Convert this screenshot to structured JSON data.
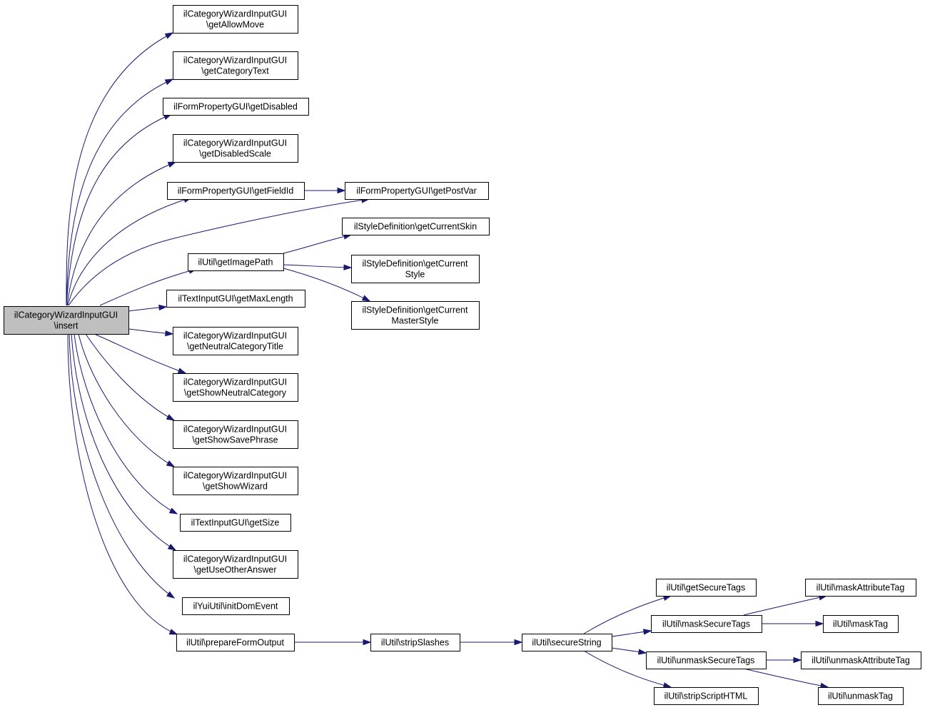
{
  "diagram": {
    "type": "call-graph",
    "colors": {
      "edge": "#191970",
      "root_fill": "#bfbfbf",
      "node_fill": "#ffffff",
      "node_border": "#000000"
    },
    "nodes": [
      {
        "id": "insert",
        "lines": [
          "ilCategoryWizardInputGUI",
          "\\insert"
        ],
        "root": true
      },
      {
        "id": "getAllowMove",
        "lines": [
          "ilCategoryWizardInputGUI",
          "\\getAllowMove"
        ]
      },
      {
        "id": "getCategoryText",
        "lines": [
          "ilCategoryWizardInputGUI",
          "\\getCategoryText"
        ]
      },
      {
        "id": "getDisabled",
        "lines": [
          "ilFormPropertyGUI\\getDisabled"
        ]
      },
      {
        "id": "getDisabledScale",
        "lines": [
          "ilCategoryWizardInputGUI",
          "\\getDisabledScale"
        ]
      },
      {
        "id": "getFieldId",
        "lines": [
          "ilFormPropertyGUI\\getFieldId"
        ]
      },
      {
        "id": "getPostVar",
        "lines": [
          "ilFormPropertyGUI\\getPostVar"
        ]
      },
      {
        "id": "getCurrentSkin",
        "lines": [
          "ilStyleDefinition\\getCurrentSkin"
        ]
      },
      {
        "id": "getImagePath",
        "lines": [
          "ilUtil\\getImagePath"
        ]
      },
      {
        "id": "getCurrentStyle",
        "lines": [
          "ilStyleDefinition\\getCurrent",
          "Style"
        ]
      },
      {
        "id": "getMaxLength",
        "lines": [
          "ilTextInputGUI\\getMaxLength"
        ]
      },
      {
        "id": "getCurrentMasterStyle",
        "lines": [
          "ilStyleDefinition\\getCurrent",
          "MasterStyle"
        ]
      },
      {
        "id": "getNeutralCategoryTitle",
        "lines": [
          "ilCategoryWizardInputGUI",
          "\\getNeutralCategoryTitle"
        ]
      },
      {
        "id": "getShowNeutralCategory",
        "lines": [
          "ilCategoryWizardInputGUI",
          "\\getShowNeutralCategory"
        ]
      },
      {
        "id": "getShowSavePhrase",
        "lines": [
          "ilCategoryWizardInputGUI",
          "\\getShowSavePhrase"
        ]
      },
      {
        "id": "getShowWizard",
        "lines": [
          "ilCategoryWizardInputGUI",
          "\\getShowWizard"
        ]
      },
      {
        "id": "getSize",
        "lines": [
          "ilTextInputGUI\\getSize"
        ]
      },
      {
        "id": "getUseOtherAnswer",
        "lines": [
          "ilCategoryWizardInputGUI",
          "\\getUseOtherAnswer"
        ]
      },
      {
        "id": "initDomEvent",
        "lines": [
          "ilYuiUtil\\initDomEvent"
        ]
      },
      {
        "id": "prepareFormOutput",
        "lines": [
          "ilUtil\\prepareFormOutput"
        ]
      },
      {
        "id": "stripSlashes",
        "lines": [
          "ilUtil\\stripSlashes"
        ]
      },
      {
        "id": "secureString",
        "lines": [
          "ilUtil\\secureString"
        ]
      },
      {
        "id": "getSecureTags",
        "lines": [
          "ilUtil\\getSecureTags"
        ]
      },
      {
        "id": "maskSecureTags",
        "lines": [
          "ilUtil\\maskSecureTags"
        ]
      },
      {
        "id": "unmaskSecureTags",
        "lines": [
          "ilUtil\\unmaskSecureTags"
        ]
      },
      {
        "id": "stripScriptHTML",
        "lines": [
          "ilUtil\\stripScriptHTML"
        ]
      },
      {
        "id": "maskAttributeTag",
        "lines": [
          "ilUtil\\maskAttributeTag"
        ]
      },
      {
        "id": "maskTag",
        "lines": [
          "ilUtil\\maskTag"
        ]
      },
      {
        "id": "unmaskAttributeTag",
        "lines": [
          "ilUtil\\unmaskAttributeTag"
        ]
      },
      {
        "id": "unmaskTag",
        "lines": [
          "ilUtil\\unmaskTag"
        ]
      }
    ],
    "edges": [
      {
        "from": "insert",
        "to": "getAllowMove"
      },
      {
        "from": "insert",
        "to": "getCategoryText"
      },
      {
        "from": "insert",
        "to": "getDisabled"
      },
      {
        "from": "insert",
        "to": "getDisabledScale"
      },
      {
        "from": "insert",
        "to": "getFieldId"
      },
      {
        "from": "insert",
        "to": "getPostVar"
      },
      {
        "from": "insert",
        "to": "getImagePath"
      },
      {
        "from": "insert",
        "to": "getMaxLength"
      },
      {
        "from": "insert",
        "to": "getNeutralCategoryTitle"
      },
      {
        "from": "insert",
        "to": "getShowNeutralCategory"
      },
      {
        "from": "insert",
        "to": "getShowSavePhrase"
      },
      {
        "from": "insert",
        "to": "getShowWizard"
      },
      {
        "from": "insert",
        "to": "getSize"
      },
      {
        "from": "insert",
        "to": "getUseOtherAnswer"
      },
      {
        "from": "insert",
        "to": "initDomEvent"
      },
      {
        "from": "insert",
        "to": "prepareFormOutput"
      },
      {
        "from": "getFieldId",
        "to": "getPostVar"
      },
      {
        "from": "getImagePath",
        "to": "getCurrentSkin"
      },
      {
        "from": "getImagePath",
        "to": "getCurrentStyle"
      },
      {
        "from": "getImagePath",
        "to": "getCurrentMasterStyle"
      },
      {
        "from": "prepareFormOutput",
        "to": "stripSlashes"
      },
      {
        "from": "stripSlashes",
        "to": "secureString"
      },
      {
        "from": "secureString",
        "to": "getSecureTags"
      },
      {
        "from": "secureString",
        "to": "maskSecureTags"
      },
      {
        "from": "secureString",
        "to": "unmaskSecureTags"
      },
      {
        "from": "secureString",
        "to": "stripScriptHTML"
      },
      {
        "from": "maskSecureTags",
        "to": "maskAttributeTag"
      },
      {
        "from": "maskSecureTags",
        "to": "maskTag"
      },
      {
        "from": "unmaskSecureTags",
        "to": "unmaskAttributeTag"
      },
      {
        "from": "unmaskSecureTags",
        "to": "unmaskTag"
      }
    ]
  }
}
